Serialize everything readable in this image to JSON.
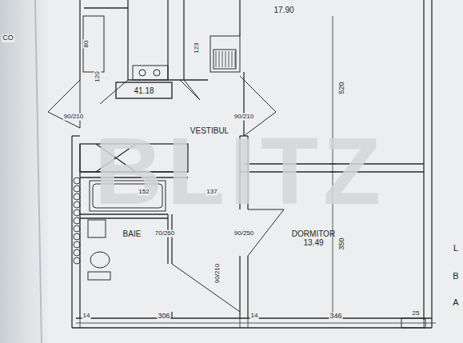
{
  "diagram": {
    "nodes": [
      {
        "text": [
          "17.90"
        ]
      },
      {
        "text": [
          "41.18"
        ]
      },
      {
        "text": [
          "BAIE"
        ]
      },
      {
        "text": [
          "DORMITOR",
          "13.49"
        ]
      }
    ],
    "labels": [
      "BLITZ",
      "520",
      "123",
      "80",
      "120",
      "VESTIBUL",
      "90/210",
      "90/210",
      "152",
      "137",
      "70/260",
      "90/250",
      "350",
      "90/210",
      "14",
      "306",
      "14",
      "346",
      "25",
      "L",
      "B",
      "A",
      "CO"
    ]
  }
}
